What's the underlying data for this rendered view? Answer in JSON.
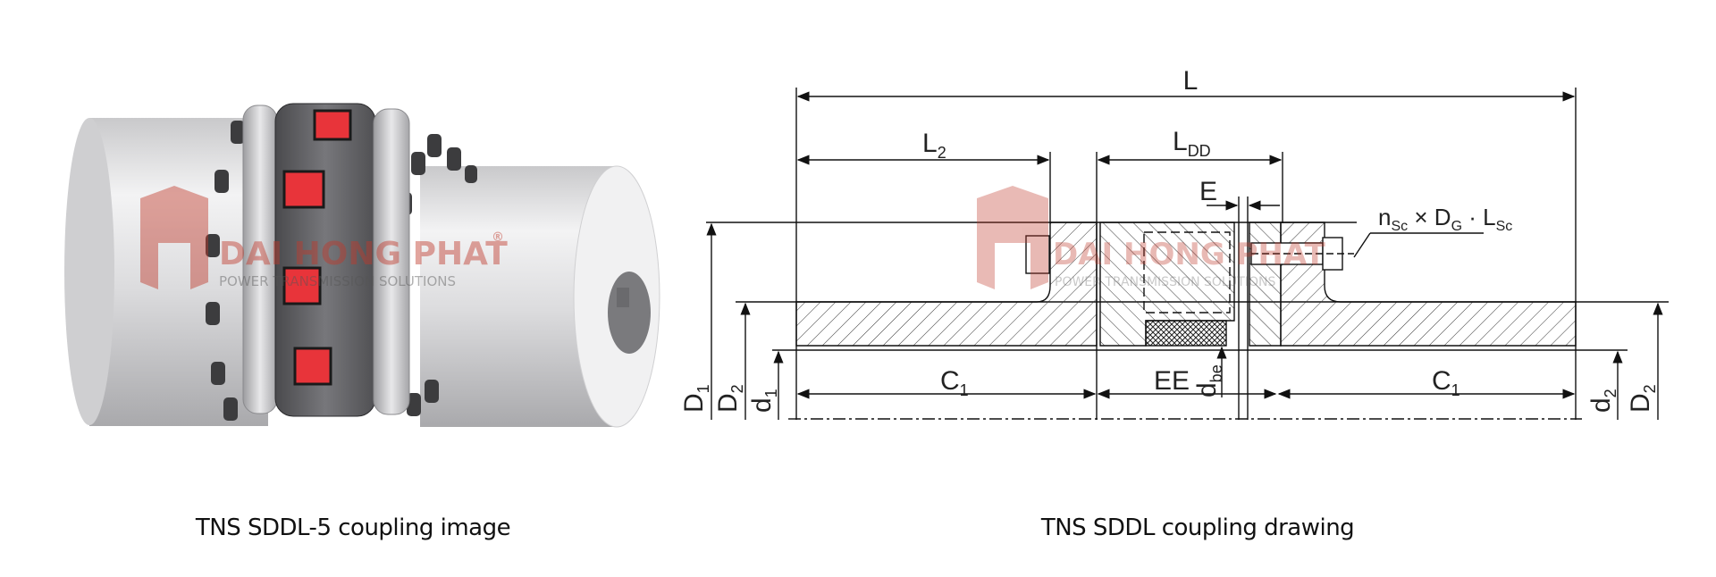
{
  "captions": {
    "image": "TNS SDDL-5 coupling image",
    "drawing": "TNS SDDL coupling drawing"
  },
  "watermark": {
    "brand": "DAI HONG PHAT",
    "tagline": "POWER TRANSMISSION SOLUTIONS",
    "registered": "®"
  },
  "drawing_labels": {
    "L": "L",
    "L2": {
      "main": "L",
      "sub": "2"
    },
    "LDD": {
      "main": "L",
      "sub": "DD"
    },
    "E": "E",
    "bolt_spec": {
      "n": "n",
      "n_sub": "Sc",
      "times": " × ",
      "D": "D",
      "D_sub": "G",
      "dot": " · ",
      "L": "L",
      "L_sub": "Sc"
    },
    "C1_left": {
      "main": "C",
      "sub": "1"
    },
    "C1_right": {
      "main": "C",
      "sub": "1"
    },
    "EE": "EE",
    "dbe": {
      "main": "d",
      "sub": "be"
    },
    "D1": {
      "main": "D",
      "sub": "1"
    },
    "D2_left": {
      "main": "D",
      "sub": "2"
    },
    "d1": {
      "main": "d",
      "sub": "1"
    },
    "d2": {
      "main": "d",
      "sub": "2"
    },
    "D2_right": {
      "main": "D",
      "sub": "2"
    }
  },
  "colors": {
    "insert_red": "#e8343a",
    "steel": "#d9d9d9",
    "watermark": "#c0392b"
  }
}
